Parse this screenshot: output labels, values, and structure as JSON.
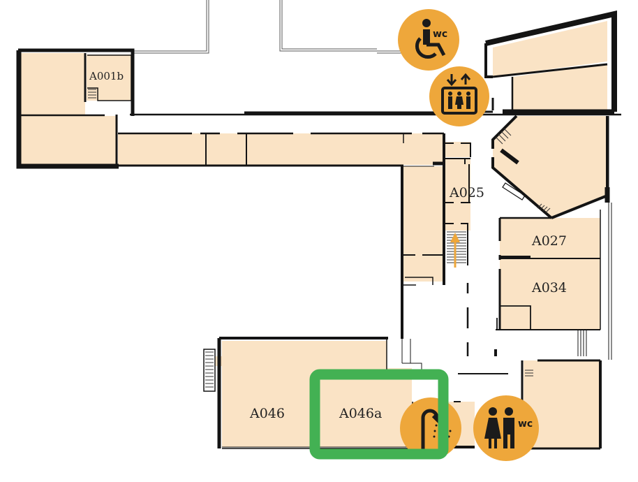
{
  "map": {
    "type": "floor-plan",
    "colors": {
      "room_fill": "#fae3c5",
      "wall": "#141414",
      "icon_bg": "#eea73b",
      "icon_fg": "#1b1b1b",
      "highlight": "#43b153",
      "arrow": "#eea73b"
    },
    "rooms": [
      {
        "id": "A001b",
        "label": "A001b"
      },
      {
        "id": "A025",
        "label": "A025"
      },
      {
        "id": "A027",
        "label": "A027"
      },
      {
        "id": "A034",
        "label": "A034"
      },
      {
        "id": "A046",
        "label": "A046"
      },
      {
        "id": "A046a",
        "label": "A046a",
        "highlighted": true
      }
    ],
    "icons": [
      {
        "name": "accessible-wc-icon",
        "text": "wc"
      },
      {
        "name": "elevator-icon"
      },
      {
        "name": "shower-icon"
      },
      {
        "name": "wc-icon",
        "text": "wc"
      }
    ],
    "direction_arrow": {
      "name": "stairs-up-arrow",
      "direction": "up"
    }
  }
}
